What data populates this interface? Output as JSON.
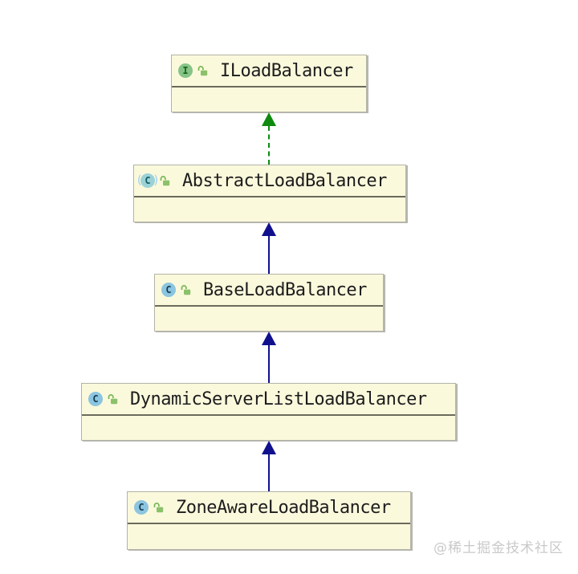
{
  "diagram": {
    "nodes": [
      {
        "name": "ILoadBalancer",
        "kind": "interface",
        "icon_letter": "I",
        "visibility": "public"
      },
      {
        "name": "AbstractLoadBalancer",
        "kind": "abstract-class",
        "icon_letter": "C",
        "visibility": "public"
      },
      {
        "name": "BaseLoadBalancer",
        "kind": "class",
        "icon_letter": "C",
        "visibility": "public"
      },
      {
        "name": "DynamicServerListLoadBalancer",
        "kind": "class",
        "icon_letter": "C",
        "visibility": "public"
      },
      {
        "name": "ZoneAwareLoadBalancer",
        "kind": "class",
        "icon_letter": "C",
        "visibility": "public"
      }
    ],
    "edges": [
      {
        "from": "AbstractLoadBalancer",
        "to": "ILoadBalancer",
        "relation": "implements",
        "line": "dashed",
        "color": "#0e8a0e"
      },
      {
        "from": "BaseLoadBalancer",
        "to": "AbstractLoadBalancer",
        "relation": "extends",
        "line": "solid",
        "color": "#10108e"
      },
      {
        "from": "DynamicServerListLoadBalancer",
        "to": "BaseLoadBalancer",
        "relation": "extends",
        "line": "solid",
        "color": "#10108e"
      },
      {
        "from": "ZoneAwareLoadBalancer",
        "to": "DynamicServerListLoadBalancer",
        "relation": "extends",
        "line": "solid",
        "color": "#10108e"
      }
    ],
    "colors": {
      "canvas_bg": "#ffffff",
      "node_fill": "#fbf9dc",
      "node_border": "#b3b3a6",
      "divider": "#6b6b5c",
      "title_text": "#1d1d1d",
      "implements_edge": "#0e8a0e",
      "extends_edge": "#10108e",
      "interface_icon": "#86c386",
      "class_icon": "#8cc5e0",
      "abstract_icon": "#9ad2d8",
      "lock_icon": "#77b757",
      "watermark_text": "#c9c9c9"
    },
    "watermark": "@稀土掘金技术社区"
  }
}
